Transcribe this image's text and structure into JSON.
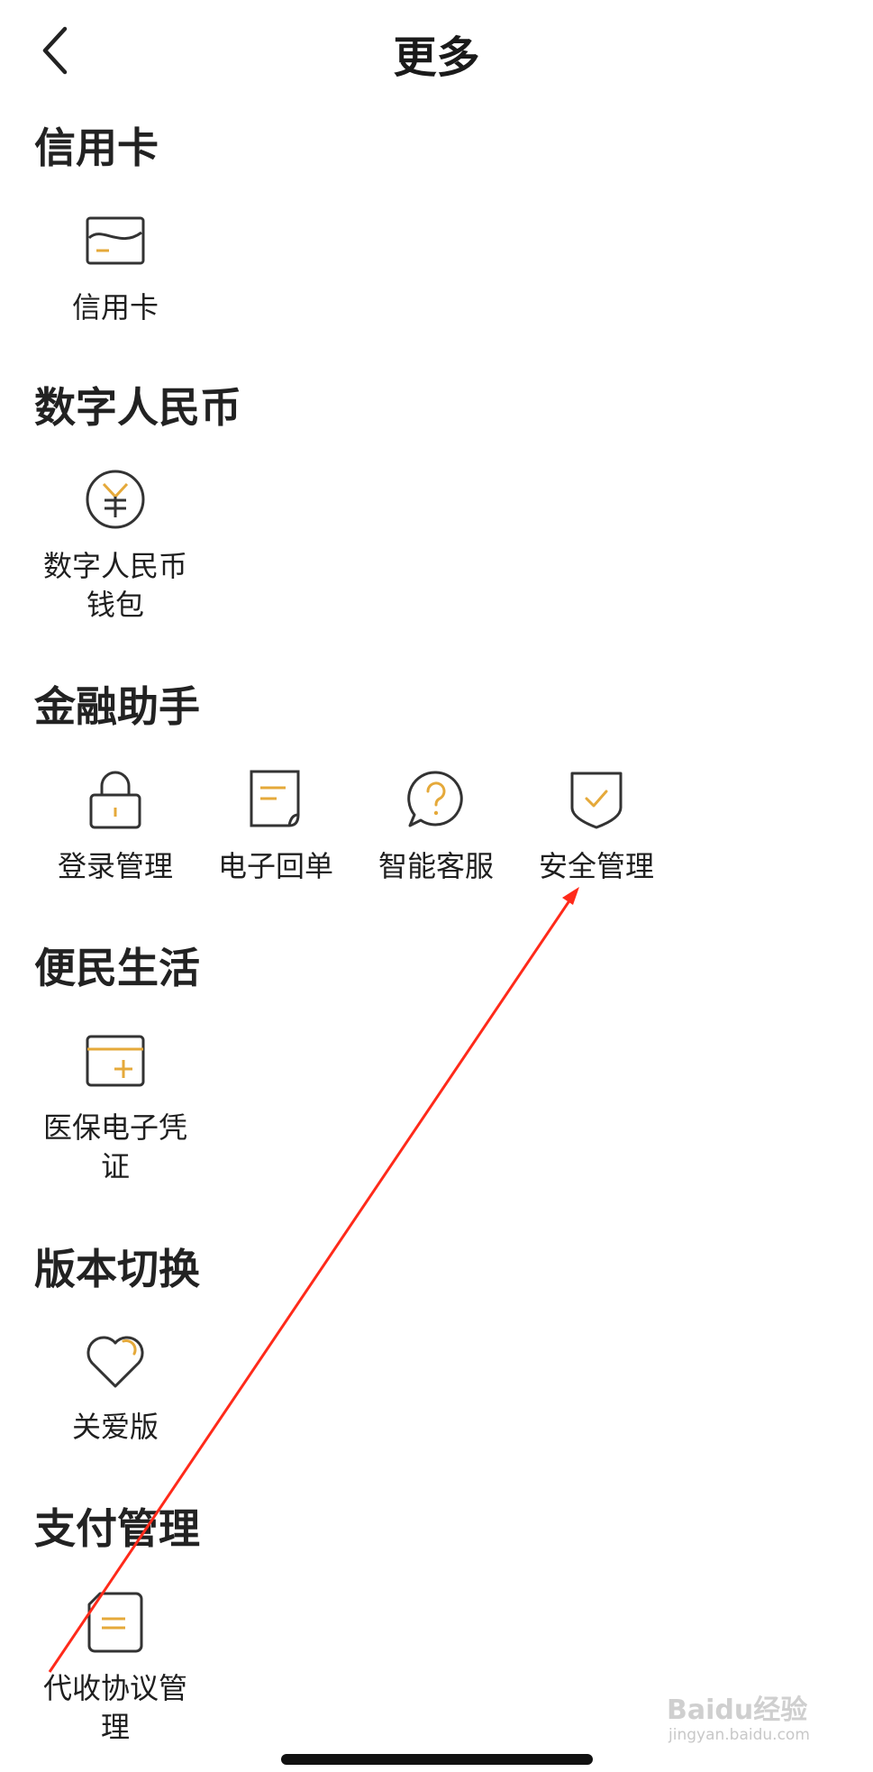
{
  "header": {
    "title": "更多"
  },
  "sections": {
    "credit": {
      "title": "信用卡",
      "items": [
        {
          "label": "信用卡"
        }
      ]
    },
    "ecny": {
      "title": "数字人民币",
      "items": [
        {
          "label": "数字人民币\n钱包"
        }
      ]
    },
    "finance": {
      "title": "金融助手",
      "items": [
        {
          "label": "登录管理"
        },
        {
          "label": "电子回单"
        },
        {
          "label": "智能客服"
        },
        {
          "label": "安全管理"
        }
      ]
    },
    "life": {
      "title": "便民生活",
      "items": [
        {
          "label": "医保电子凭\n证"
        }
      ]
    },
    "version": {
      "title": "版本切换",
      "items": [
        {
          "label": "关爱版"
        }
      ]
    },
    "payment": {
      "title": "支付管理",
      "items": [
        {
          "label": "代收协议管\n理"
        }
      ]
    }
  },
  "watermark": {
    "brand": "Baidu经验",
    "url": "jingyan.baidu.com"
  },
  "colors": {
    "accent": "#e5a93a",
    "icon_stroke": "#333333",
    "annotation": "#ff2a1a"
  }
}
